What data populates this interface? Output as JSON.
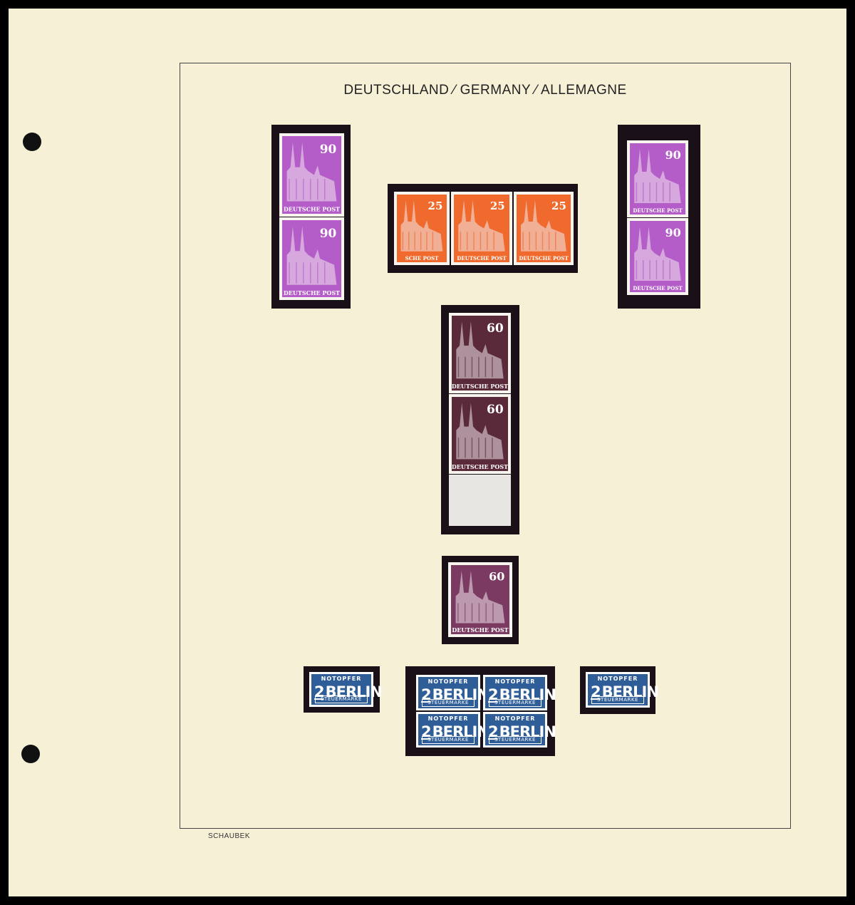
{
  "page": {
    "title": "DEUTSCHLAND ⁄ GERMANY ⁄ ALLEMAGNE",
    "publisher": "SCHAUBEK"
  },
  "stamps": {
    "cathedral_label": "DEUTSCHE POST",
    "cathedral_label_partial": "SCHE POST",
    "v90": "90",
    "v25": "25",
    "v60": "60",
    "berlin_top": "NOTOPFER",
    "berlin_value": "2",
    "berlin_word": "BERLIN",
    "berlin_bottom": "STEUERMARKE"
  },
  "colors": {
    "violet": "#b45cc8",
    "orange": "#ef6a2c",
    "darkbrown": "#5a2a3a",
    "plum": "#7a3a62",
    "blue": "#2e5d98"
  }
}
